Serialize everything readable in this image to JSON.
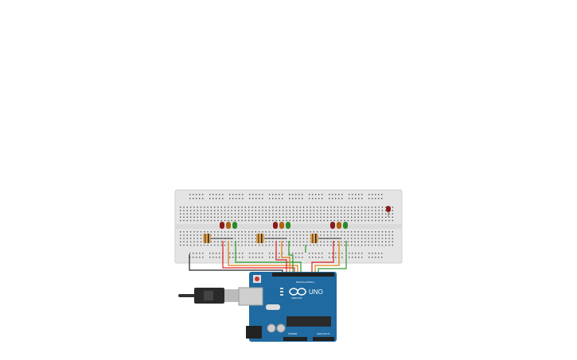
{
  "board": {
    "name": "UNO",
    "digital_label": "DIGITAL (PWM~)",
    "power_label": "POWER",
    "analog_label": "ANALOG IN",
    "brand": "ARDUINO"
  },
  "colors": {
    "breadboard": "#e4e4e4",
    "board": "#1f6aa0",
    "led_red": "#8b1a1a",
    "led_orange": "#b0620f",
    "led_green": "#2a8a2a",
    "wire_red": "#d22",
    "wire_orange": "#e07a10",
    "wire_green": "#2a9a2a",
    "wire_black": "#222222"
  },
  "led_groups": [
    {
      "leds": [
        "red",
        "orange",
        "green"
      ]
    },
    {
      "leds": [
        "red",
        "orange",
        "green"
      ]
    },
    {
      "leds": [
        "red",
        "orange",
        "green"
      ]
    }
  ]
}
